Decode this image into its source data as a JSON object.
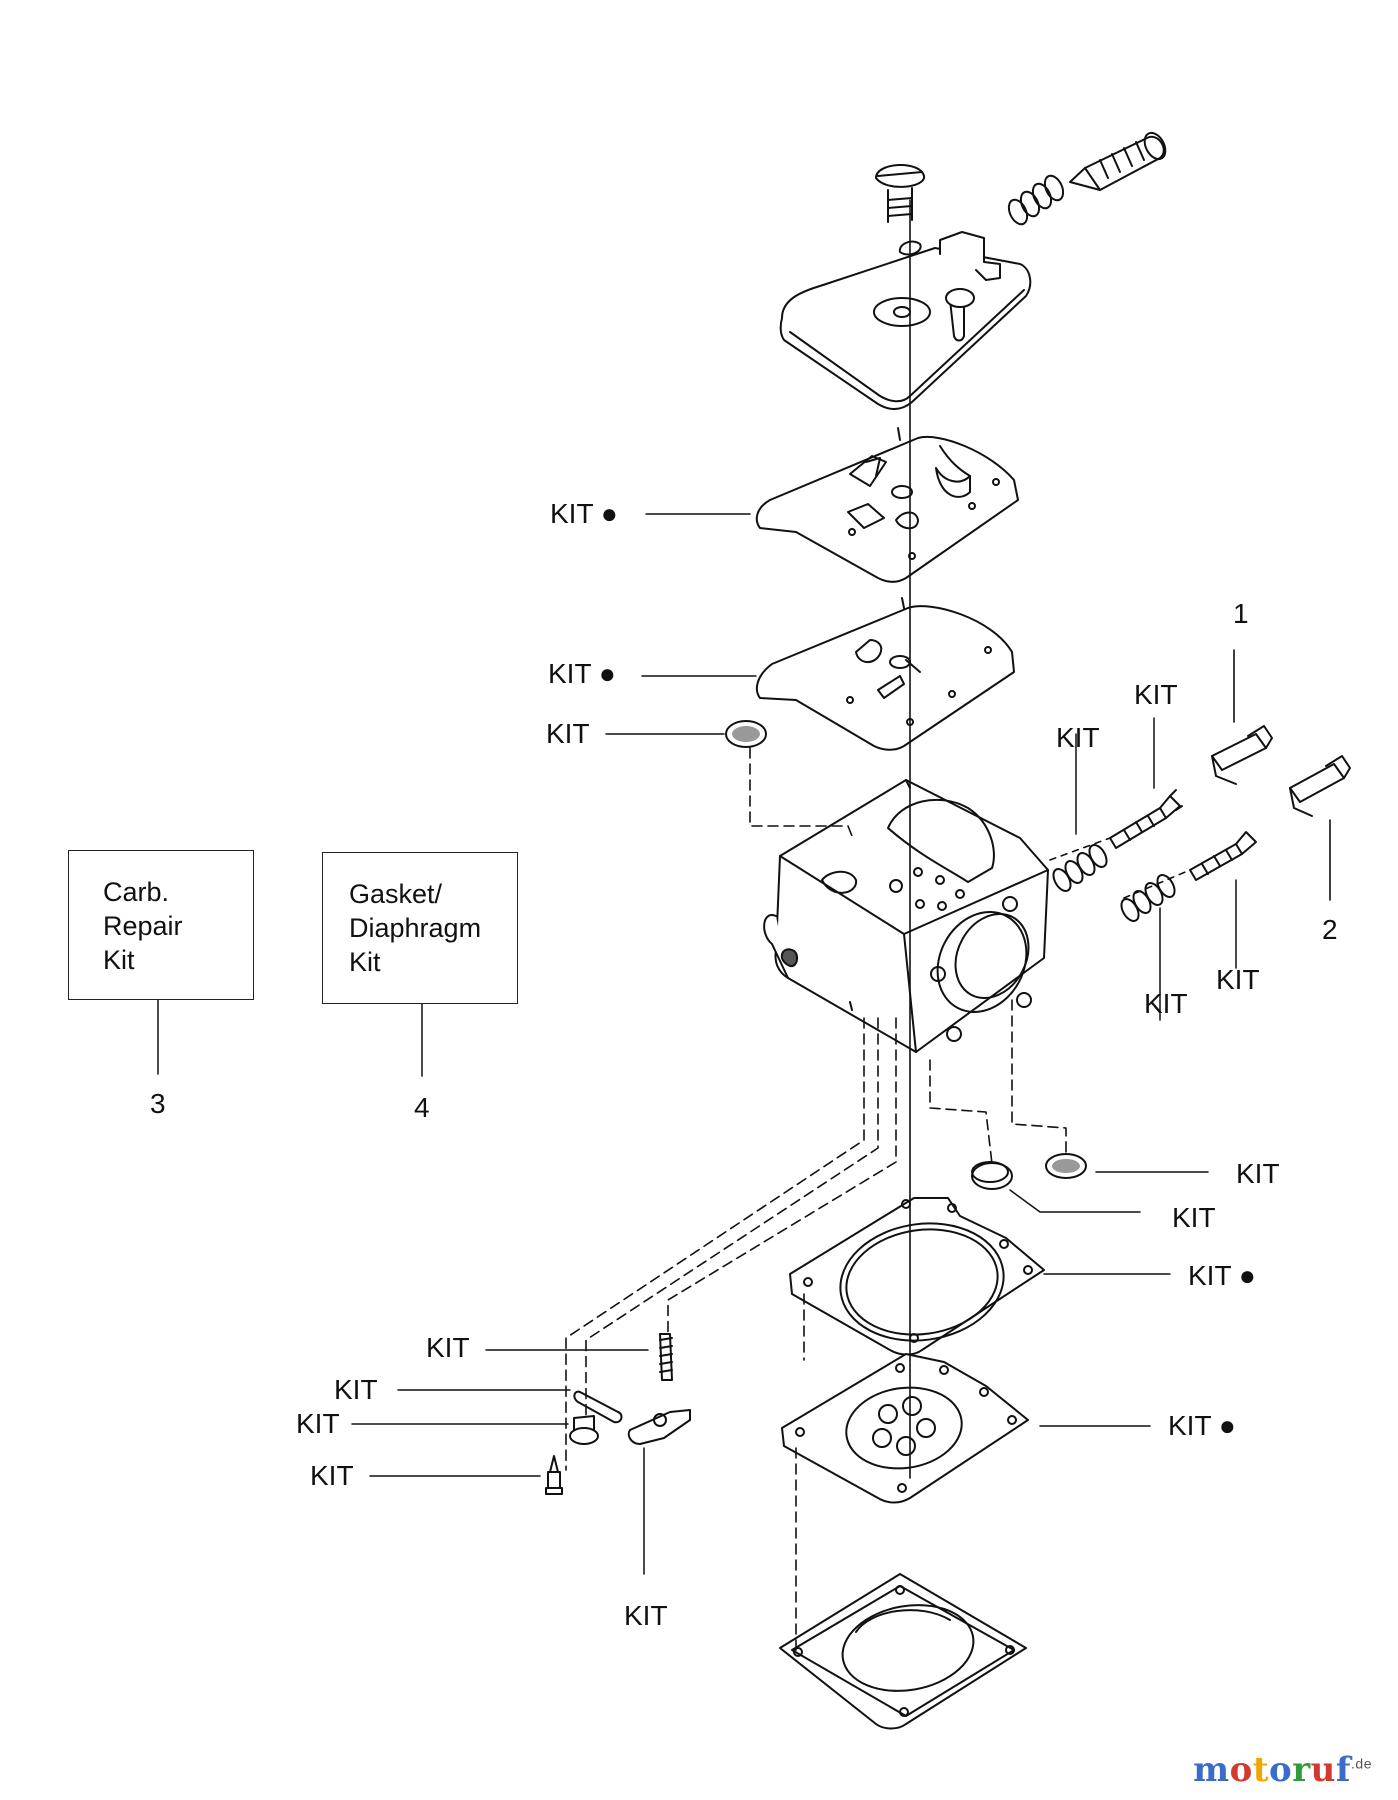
{
  "labels": {
    "kit": "KIT",
    "kit_dot": "KIT ●",
    "ref1": "1",
    "ref2": "2",
    "ref3": "3",
    "ref4": "4"
  },
  "boxes": {
    "carb_repair": [
      "Carb.",
      "Repair",
      "Kit"
    ],
    "gasket_diaphragm": [
      "Gasket/",
      "Diaphragm",
      "Kit"
    ]
  },
  "watermark": {
    "main": "motoruf",
    "suffix": ".de",
    "colors": [
      "#3b6cc9",
      "#d23a2f",
      "#f0a500",
      "#3b6cc9",
      "#2e9b3e",
      "#d23a2f",
      "#3b6cc9"
    ]
  }
}
